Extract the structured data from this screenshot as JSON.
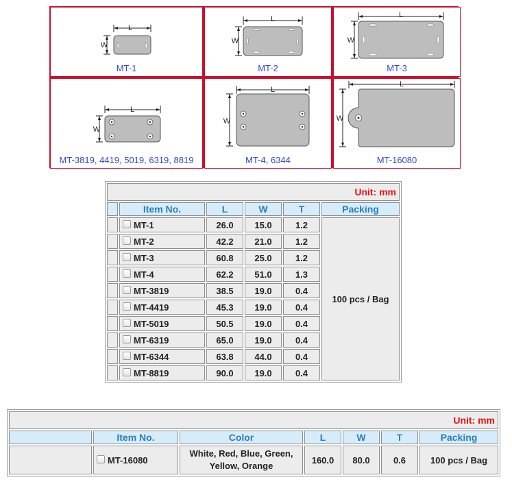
{
  "diagrams": [
    {
      "id": "mt1",
      "caption": "MT-1",
      "dim_l": "L",
      "dim_w": "W"
    },
    {
      "id": "mt2",
      "caption": "MT-2",
      "dim_l": "L",
      "dim_w": "W"
    },
    {
      "id": "mt3",
      "caption": "MT-3",
      "dim_l": "L",
      "dim_w": "W"
    },
    {
      "id": "mt3819",
      "caption": "MT-3819, 4419, 5019, 6319, 8819",
      "dim_l": "L",
      "dim_w": "W"
    },
    {
      "id": "mt4",
      "caption": "MT-4, 6344",
      "dim_l": "L",
      "dim_w": "W"
    },
    {
      "id": "mt16080",
      "caption": "MT-16080",
      "dim_l": "L",
      "dim_w": "W"
    }
  ],
  "table1": {
    "unit": "Unit: mm",
    "headers": {
      "item": "Item No.",
      "l": "L",
      "w": "W",
      "t": "T",
      "packing": "Packing"
    },
    "packing": "100 pcs / Bag",
    "rows": [
      {
        "item": "MT-1",
        "l": "26.0",
        "w": "15.0",
        "t": "1.2"
      },
      {
        "item": "MT-2",
        "l": "42.2",
        "w": "21.0",
        "t": "1.2"
      },
      {
        "item": "MT-3",
        "l": "60.8",
        "w": "25.0",
        "t": "1.2"
      },
      {
        "item": "MT-4",
        "l": "62.2",
        "w": "51.0",
        "t": "1.3"
      },
      {
        "item": "MT-3819",
        "l": "38.5",
        "w": "19.0",
        "t": "0.4"
      },
      {
        "item": "MT-4419",
        "l": "45.3",
        "w": "19.0",
        "t": "0.4"
      },
      {
        "item": "MT-5019",
        "l": "50.5",
        "w": "19.0",
        "t": "0.4"
      },
      {
        "item": "MT-6319",
        "l": "65.0",
        "w": "19.0",
        "t": "0.4"
      },
      {
        "item": "MT-6344",
        "l": "63.8",
        "w": "44.0",
        "t": "0.4"
      },
      {
        "item": "MT-8819",
        "l": "90.0",
        "w": "19.0",
        "t": "0.4"
      }
    ]
  },
  "table2": {
    "unit": "Unit: mm",
    "headers": {
      "item": "Item No.",
      "color": "Color",
      "l": "L",
      "w": "W",
      "t": "T",
      "packing": "Packing"
    },
    "row": {
      "item": "MT-16080",
      "color_line1": "White, Red, Blue, Green,",
      "color_line2": "Yellow, Orange",
      "l": "160.0",
      "w": "80.0",
      "t": "0.6",
      "packing": "100 pcs / Bag"
    }
  },
  "colors": {
    "frame": "#c8102e",
    "caption": "#3344cc",
    "header_bg": "#d6ecfb",
    "header_text": "#2a7fb8",
    "unit_text": "#ee1111",
    "cell_bg": "#ececec",
    "plate_fill": "#bdbdbd"
  }
}
